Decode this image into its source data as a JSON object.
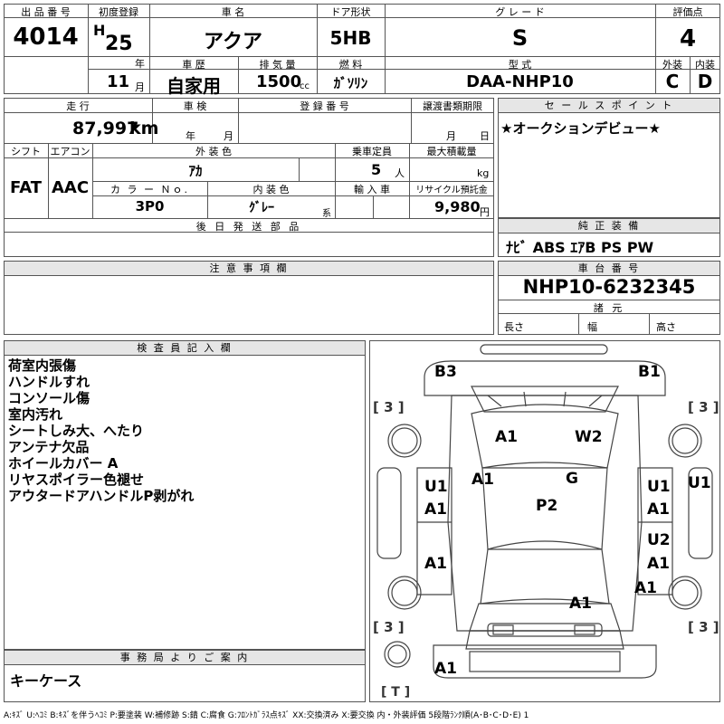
{
  "header": {
    "lot_no_label": "出 品 番 号",
    "lot_no": "4014",
    "first_reg_label": "初度登録",
    "era": "H",
    "year": "25",
    "year_unit": "年",
    "month": "11",
    "month_unit": "月",
    "car_name_label": "車 名",
    "car_name": "アクア",
    "door_label": "ドア形状",
    "door": "5HB",
    "grade_label": "グ レ ー ド",
    "grade": "S",
    "score_label": "評価点",
    "score": "4",
    "history_label": "車 歴",
    "history": "自家用",
    "displacement_label": "排 気 量",
    "displacement": "1500",
    "displacement_unit": "cc",
    "fuel_label": "燃 料",
    "fuel": "ｶﾞｿﾘﾝ",
    "model_label": "型 式",
    "model": "DAA-NHP10",
    "ext_label": "外装",
    "ext": "C",
    "int_label": "内装",
    "int": "D"
  },
  "row2": {
    "mileage_label": "走 行",
    "mileage": "87,997",
    "mileage_unit": "km",
    "inspection_label": "車 検",
    "insp_year_unit": "年",
    "insp_month_unit": "月",
    "reg_no_label": "登 録 番 号",
    "transfer_label": "譲渡書類期限",
    "transfer_month_unit": "月",
    "transfer_day_unit": "日",
    "sales_point_label": "セ ー ル ス ポ イ ン ト",
    "sales_point": "★オークションデビュー★",
    "shift_label": "シフト",
    "shift": "FAT",
    "ac_label": "エアコン",
    "ac": "AAC",
    "color_label": "外 装 色",
    "color": "ｱｶ",
    "capacity_label": "乗車定員",
    "capacity": "5",
    "capacity_unit": "人",
    "load_label": "最大積載量",
    "load_unit": "kg",
    "color_no_label": "カ ラ ー Ｎｏ.",
    "color_no": "3P0",
    "interior_color_label": "内 装 色",
    "interior_color": "ｸﾞﾚｰ",
    "interior_color_unit": "系",
    "import_label": "輸 入 車",
    "recycle_label": "リサイクル預託金",
    "recycle": "9,980",
    "recycle_unit": "円",
    "later_parts_label": "後 日 発 送 部 品",
    "genuine_label": "純 正 装 備",
    "genuine": "ﾅﾋﾞ ABS ｴｱB PS PW"
  },
  "notes": {
    "caution_label": "注 意 事 項 欄",
    "chassis_label": "車 台 番 号",
    "chassis": "NHP10-6232345",
    "specs_label": "諸 元",
    "length_label": "長さ",
    "width_label": "幅",
    "height_label": "高さ"
  },
  "inspector": {
    "label": "検 査 員 記 入 欄",
    "lines": [
      "荷室内張傷",
      "ハンドルすれ",
      "コンソール傷",
      "室内汚れ",
      "シートしみ大、へたり",
      "アンテナ欠品",
      "ホイールカバー A",
      "リヤスポイラー色褪せ",
      "アウタードアハンドルP剥がれ"
    ]
  },
  "office": {
    "label": "事 務 局 よ り ご 案 内",
    "text": "キーケース"
  },
  "diagram": {
    "marks": {
      "b3": "B3",
      "b1": "B1",
      "a1_hood_left": "A1",
      "w2": "W2",
      "a1_pillar": "A1",
      "g": "G",
      "u1_left_door": "U1",
      "a1_left_door": "A1",
      "a1_left_rear": "A1",
      "p2": "P2",
      "u1_right_door": "U1",
      "a1_right_door": "A1",
      "u2_right_rear": "U2",
      "a1_right_rear": "A1",
      "a1_rear_center": "A1",
      "a1_rear_right": "A1",
      "u1_right_edge": "U1",
      "a1_bottom": "A1"
    },
    "bracket_tl": "[ 3 ]",
    "bracket_tr": "[ 3 ]",
    "bracket_bl": "[ 3 ]",
    "bracket_br": "[ 3 ]",
    "bracket_t": "[ T ]"
  },
  "legend": "A:ｷｽﾞ U:ﾍｺﾐ B:ｷｽﾞを伴うﾍｺﾐ P:要塗装 W:補修跡 S:錆 C:腐食 G:ﾌﾛﾝﾄｶﾞﾗｽ点ｷｽﾞ XX:交換済み X:要交換 内・外装評価 5段階ﾗﾝｸ順(A･B･C･D･E) 1"
}
